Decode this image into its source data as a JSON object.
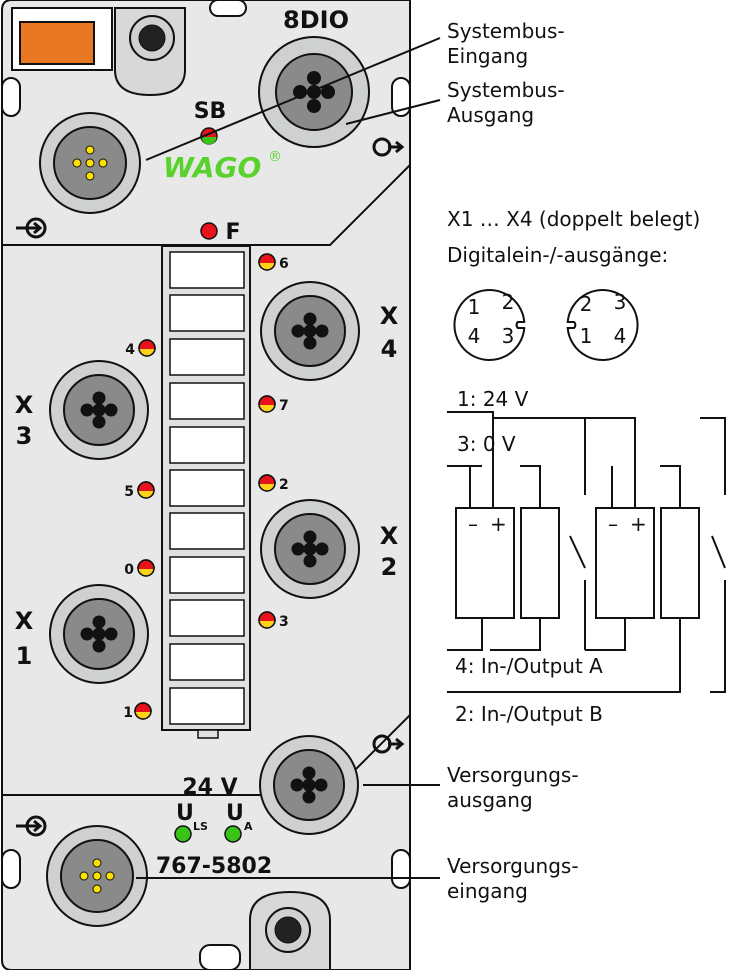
{
  "device": {
    "title": "8DIO",
    "sb_label": "SB",
    "brand": "WAGO",
    "brand_mark": "®",
    "fault_label": "F",
    "voltage": "24 V",
    "uls_main": "U",
    "uls_sub": "LS",
    "ua_main": "U",
    "ua_sub": "A",
    "article_number": "767-5802",
    "led_labels": [
      "6",
      "4",
      "7",
      "2",
      "5",
      "0",
      "3",
      "1"
    ],
    "ports": {
      "x4": [
        "X",
        "4"
      ],
      "x3": [
        "X",
        "3"
      ],
      "x2": [
        "X",
        "2"
      ],
      "x1": [
        "X",
        "1"
      ]
    },
    "colors": {
      "housing": "#e8e8e8",
      "ring": "#cfd0d0",
      "socket": "#8a8a8a",
      "brand_green": "#5bd12e",
      "led_green": "#38c21a",
      "led_red": "#e8121a",
      "led_yellow": "#ffd21a",
      "orange": "#e87722"
    }
  },
  "callouts": {
    "systembus_in": [
      "Systembus-",
      "Eingang"
    ],
    "systembus_out": [
      "Systembus-",
      "Ausgang"
    ],
    "versorgung_out": [
      "Versorgungs-",
      "ausgang"
    ],
    "versorgung_in": [
      "Versorgungs-",
      "eingang"
    ]
  },
  "pinout": {
    "heading": "X1 … X4 (doppelt belegt)",
    "subheading": "Digitalein-/-ausgänge:",
    "left_pins": [
      "1",
      "2",
      "4",
      "3"
    ],
    "right_pins": [
      "2",
      "3",
      "1",
      "4"
    ]
  },
  "wiring": {
    "pin1": "1: 24 V",
    "pin3": "3: 0 V",
    "pin4": "4: In-/Output A",
    "pin2": "2: In-/Output B",
    "minus": "–",
    "plus": "+"
  }
}
